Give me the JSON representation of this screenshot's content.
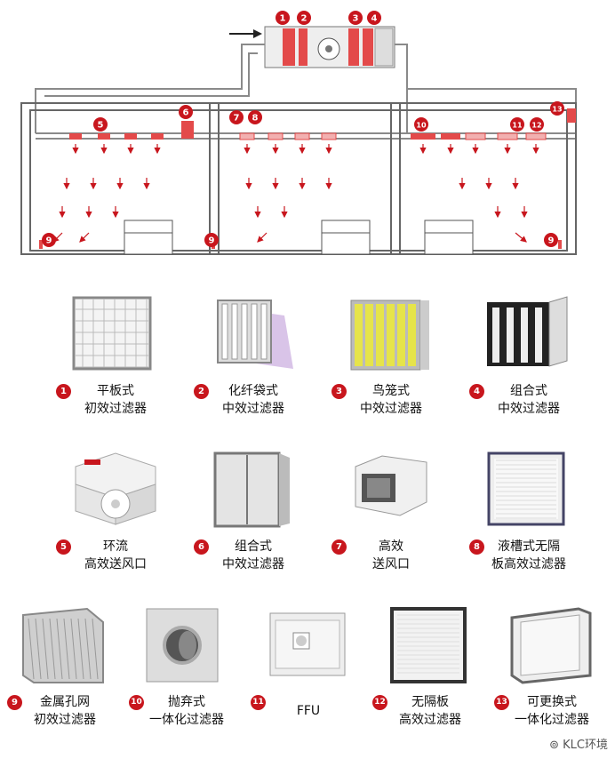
{
  "diagram": {
    "markers": [
      "1",
      "2",
      "3",
      "4",
      "5",
      "6",
      "7",
      "8",
      "9",
      "9",
      "9",
      "10",
      "11",
      "12",
      "13"
    ]
  },
  "items": [
    {
      "num": "1",
      "line1": "平板式",
      "line2": "初效过滤器",
      "icon": "panel-filter"
    },
    {
      "num": "2",
      "line1": "化纤袋式",
      "line2": "中效过滤器",
      "icon": "bag-filter"
    },
    {
      "num": "3",
      "line1": "鸟笼式",
      "line2": "中效过滤器",
      "icon": "cage-filter"
    },
    {
      "num": "4",
      "line1": "组合式",
      "line2": "中效过滤器",
      "icon": "v-bank-filter"
    },
    {
      "num": "5",
      "line1": "环流",
      "line2": "高效送风口",
      "icon": "swirl-diffuser"
    },
    {
      "num": "6",
      "line1": "组合式",
      "line2": "中效过滤器",
      "icon": "combined-filter"
    },
    {
      "num": "7",
      "line1": "高效",
      "line2": "送风口",
      "icon": "supply-box"
    },
    {
      "num": "8",
      "line1": "液槽式无隔",
      "line2": "板高效过滤器",
      "icon": "gel-seal-filter"
    },
    {
      "num": "9",
      "line1": "金属孔网",
      "line2": "初效过滤器",
      "icon": "metal-mesh-filter"
    },
    {
      "num": "10",
      "line1": "抛弃式",
      "line2": "一体化过滤器",
      "icon": "disposable-filter"
    },
    {
      "num": "11",
      "line1": "FFU",
      "line2": "",
      "icon": "ffu-unit"
    },
    {
      "num": "12",
      "line1": "无隔板",
      "line2": "高效过滤器",
      "icon": "separatorless-filter"
    },
    {
      "num": "13",
      "line1": "可更换式",
      "line2": "一体化过滤器",
      "icon": "replaceable-filter"
    }
  ],
  "watermark": "KLC环境"
}
